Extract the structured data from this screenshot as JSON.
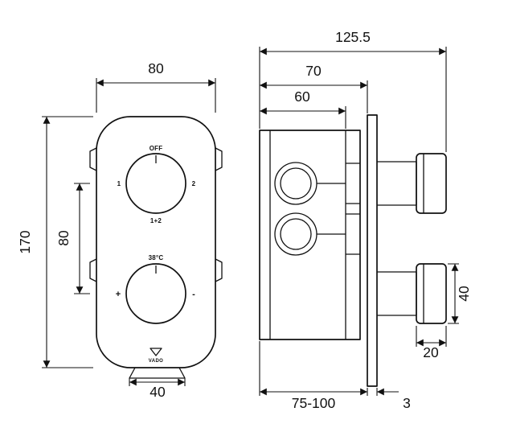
{
  "drawing": {
    "dimensions": {
      "front_width": "80",
      "front_height": "170",
      "knob_spacing": "80",
      "bottom_tab_width": "40",
      "overall_depth": "125.5",
      "depth_to_plate": "70",
      "body_depth": "60",
      "handle_height": "40",
      "handle_depth": "20",
      "recess_range": "75-100",
      "plate_thickness": "3"
    },
    "front_controls": {
      "diverter": {
        "off": "OFF",
        "outlet1": "1",
        "outlet2": "2",
        "both": "1+2"
      },
      "temperature": {
        "preset": "38°C",
        "hotter": "+",
        "colder": "-"
      },
      "brand": "VADO"
    }
  }
}
